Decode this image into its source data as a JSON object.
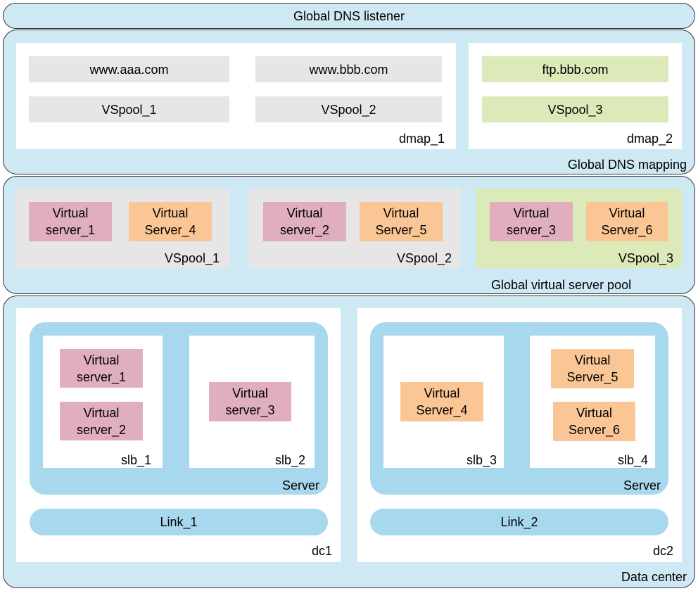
{
  "listener": {
    "label": "Global DNS listener"
  },
  "mapping": {
    "label": "Global DNS mapping",
    "dmap_1": {
      "label": "dmap_1",
      "domains": [
        "www.aaa.com",
        "www.bbb.com"
      ],
      "pools": [
        "VSpool_1",
        "VSpool_2"
      ]
    },
    "dmap_2": {
      "label": "dmap_2",
      "domains": [
        "ftp.bbb.com"
      ],
      "pools": [
        "VSpool_3"
      ]
    }
  },
  "pool_section": {
    "label": "Global virtual server pool",
    "pools": [
      {
        "label": "VSpool_1",
        "servers": [
          {
            "l1": "Virtual",
            "l2": "server_1"
          },
          {
            "l1": "Virtual",
            "l2": "Server_4"
          }
        ]
      },
      {
        "label": "VSpool_2",
        "servers": [
          {
            "l1": "Virtual",
            "l2": "server_2"
          },
          {
            "l1": "Virtual",
            "l2": "Server_5"
          }
        ]
      },
      {
        "label": "VSpool_3",
        "servers": [
          {
            "l1": "Virtual",
            "l2": "server_3"
          },
          {
            "l1": "Virtual",
            "l2": "Server_6"
          }
        ]
      }
    ]
  },
  "datacenter": {
    "label": "Data center",
    "dc1": {
      "label": "dc1",
      "server_label": "Server",
      "link": "Link_1",
      "slbs": [
        {
          "label": "slb_1",
          "servers": [
            {
              "l1": "Virtual",
              "l2": "server_1"
            },
            {
              "l1": "Virtual",
              "l2": "server_2"
            }
          ]
        },
        {
          "label": "slb_2",
          "servers": [
            {
              "l1": "Virtual",
              "l2": "server_3"
            }
          ]
        }
      ]
    },
    "dc2": {
      "label": "dc2",
      "server_label": "Server",
      "link": "Link_2",
      "slbs": [
        {
          "label": "slb_3",
          "servers": [
            {
              "l1": "Virtual",
              "l2": "Server_4"
            }
          ]
        },
        {
          "label": "slb_4",
          "servers": [
            {
              "l1": "Virtual",
              "l2": "Server_5"
            },
            {
              "l1": "Virtual",
              "l2": "Server_6"
            }
          ]
        }
      ]
    }
  },
  "colors": {
    "outer_fill": "#cfe9f4",
    "domain_fill": "#e6e6e6",
    "ftp_fill": "#dce9b8",
    "virtual_server_pink": "#e0aebc",
    "virtual_server_orange": "#fbc695",
    "server_fill": "#a8d8ee"
  }
}
